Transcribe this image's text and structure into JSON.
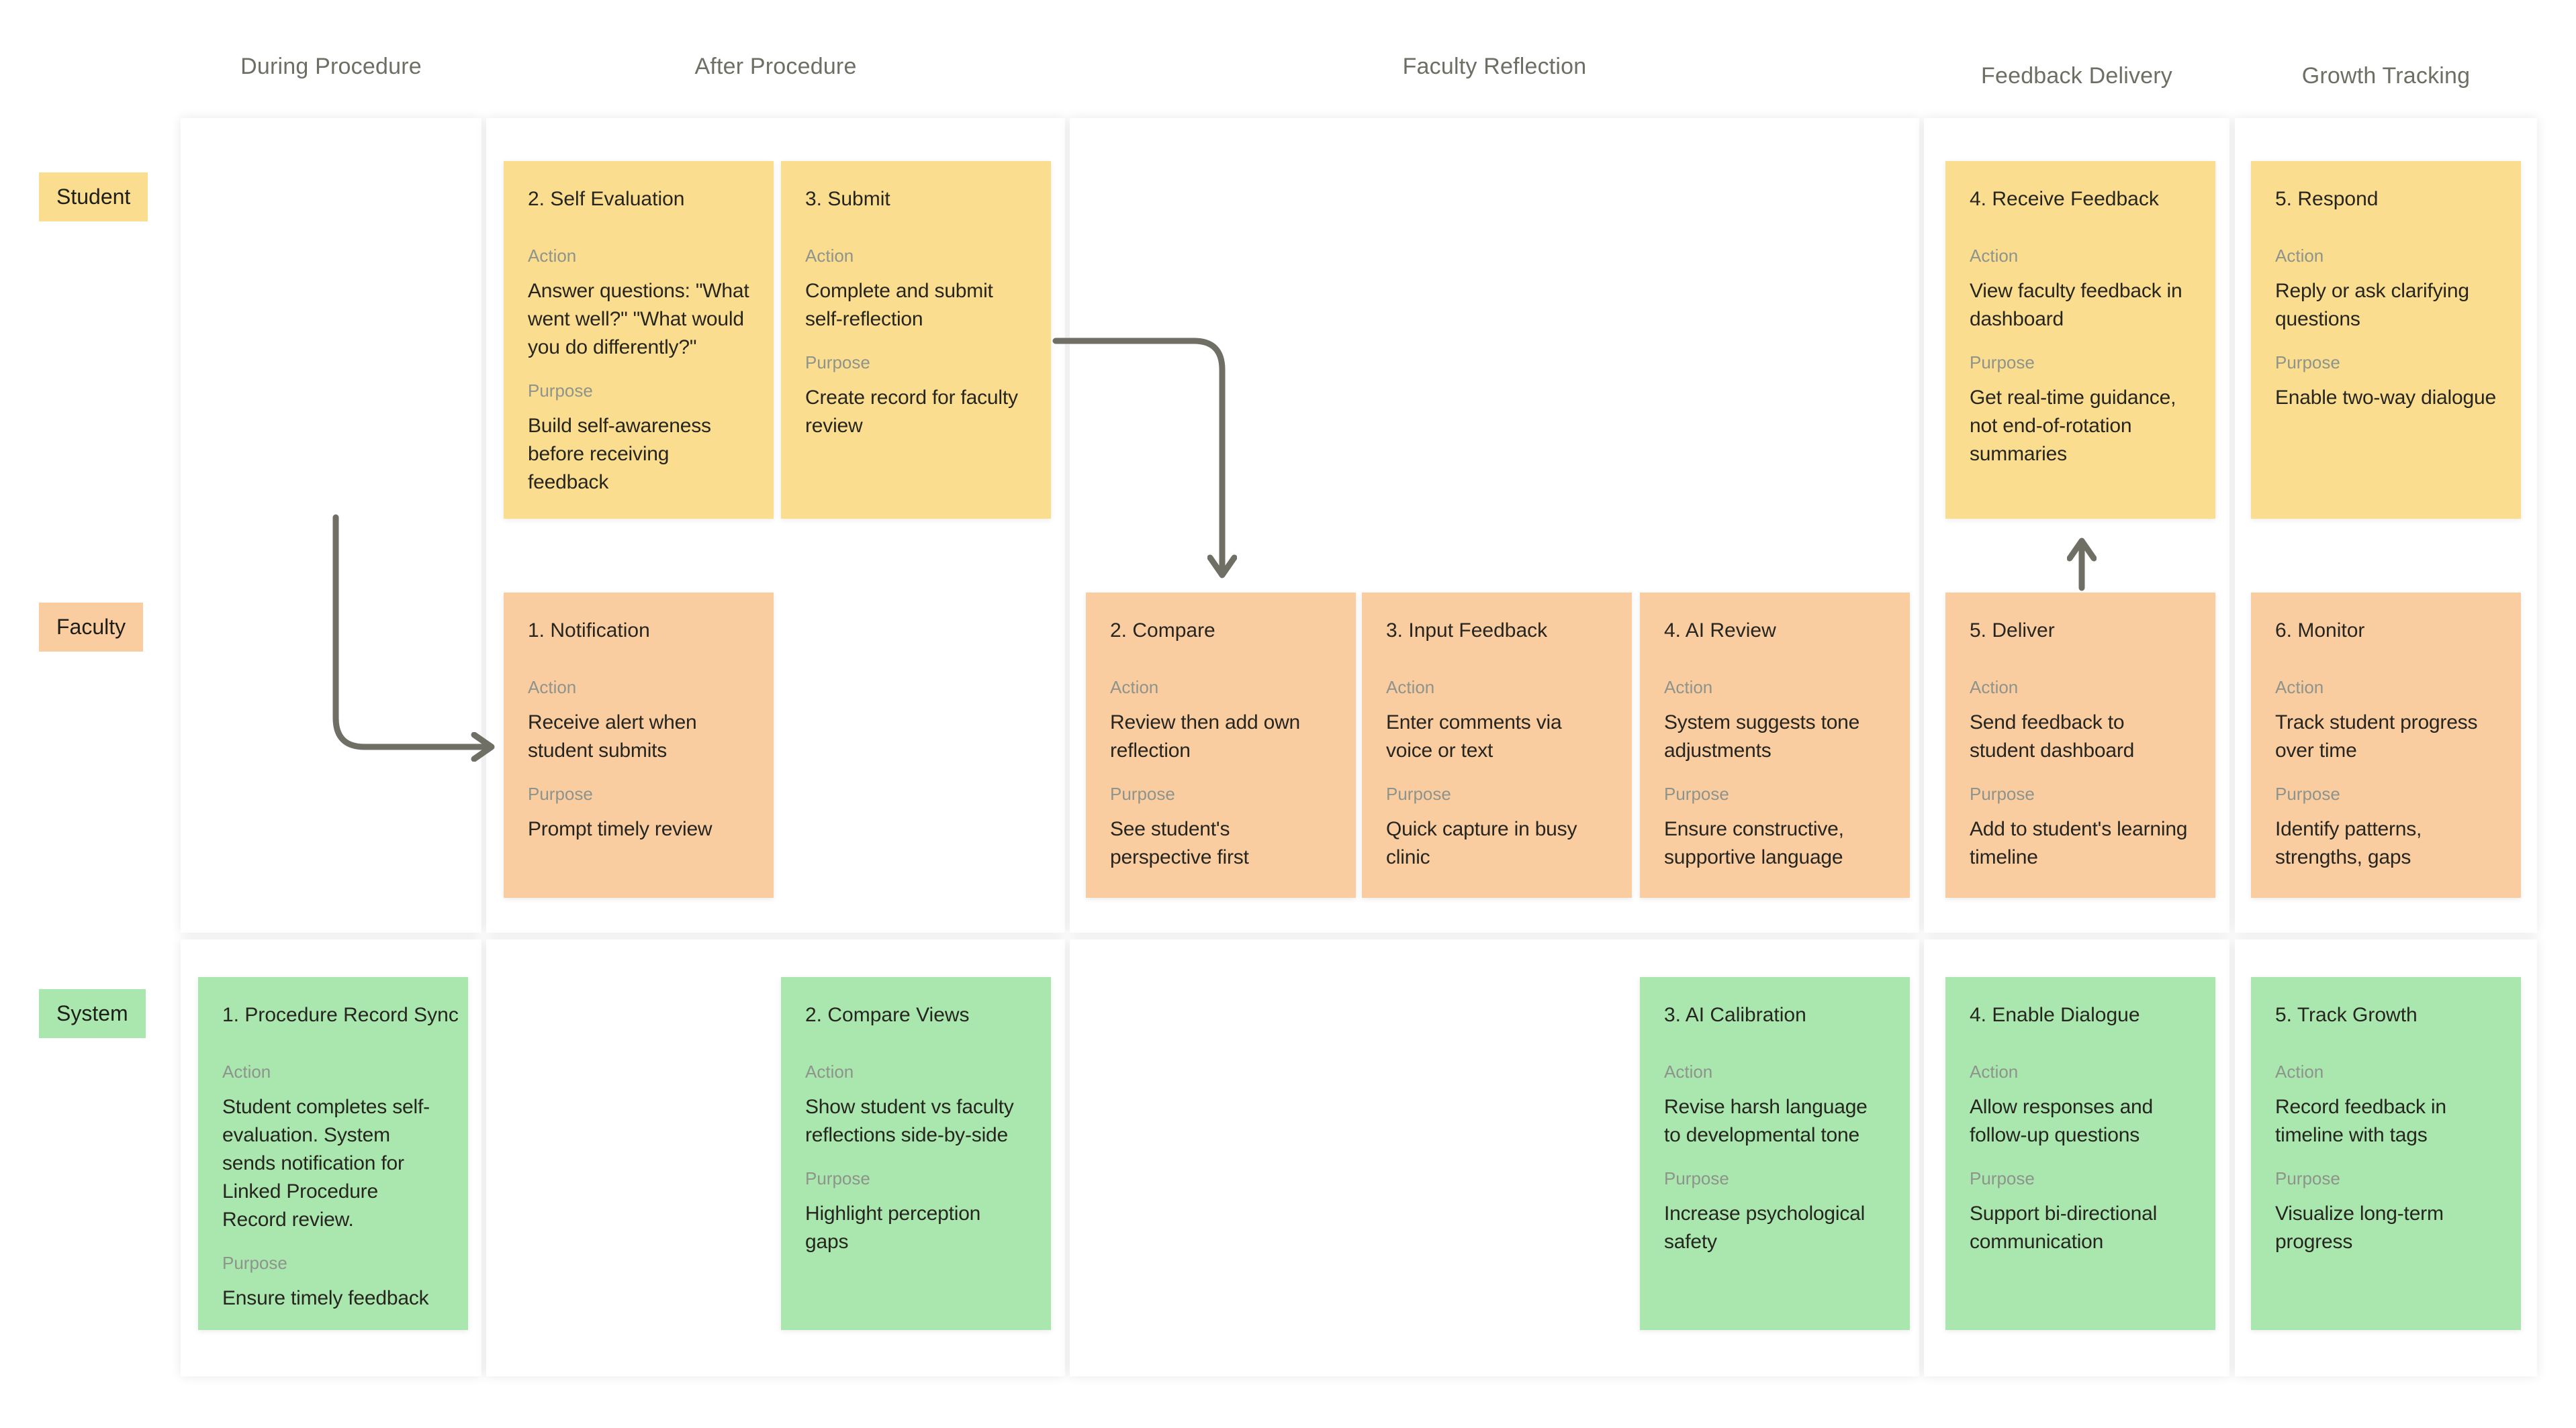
{
  "columns": [
    {
      "label": "During Procedure"
    },
    {
      "label": "After Procedure"
    },
    {
      "label": "Faculty Reflection"
    },
    {
      "label": "Feedback Delivery"
    },
    {
      "label": "Growth Tracking"
    }
  ],
  "rows": [
    {
      "label": "Student"
    },
    {
      "label": "Faculty"
    },
    {
      "label": "System"
    }
  ],
  "field_labels": {
    "action": "Action",
    "purpose": "Purpose"
  },
  "colors": {
    "student_note": "#fadd8f",
    "faculty_note": "#facda1",
    "system_note": "#a9e7ae",
    "arrow": "#6f6f66",
    "header_text": "#6e6e64",
    "field_label_text": "#8e948c",
    "body_text": "#26251f"
  },
  "notes": [
    {
      "row": "Student",
      "column": "After Procedure",
      "title": "2. Self Evaluation",
      "action": "Answer questions: \"What went well?\" \"What would you do differently?\"",
      "purpose": "Build self-awareness before receiving feedback"
    },
    {
      "row": "Student",
      "column": "After Procedure",
      "title": "3. Submit",
      "action": "Complete and submit self-reflection",
      "purpose": "Create record for faculty review"
    },
    {
      "row": "Student",
      "column": "Feedback Delivery",
      "title": "4. Receive Feedback",
      "action": "View faculty feedback in dashboard",
      "purpose": "Get real-time guidance, not end-of-rotation summaries"
    },
    {
      "row": "Student",
      "column": "Growth Tracking",
      "title": "5. Respond",
      "action": "Reply or ask clarifying questions",
      "purpose": "Enable two-way dialogue"
    },
    {
      "row": "Faculty",
      "column": "After Procedure",
      "title": "1. Notification",
      "action": "Receive alert when student submits",
      "purpose": "Prompt timely review"
    },
    {
      "row": "Faculty",
      "column": "Faculty Reflection",
      "title": "2. Compare",
      "action": "Review then add own reflection",
      "purpose": "See student's perspective first"
    },
    {
      "row": "Faculty",
      "column": "Faculty Reflection",
      "title": "3. Input Feedback",
      "action": "Enter comments via voice or text",
      "purpose": "Quick capture in busy clinic"
    },
    {
      "row": "Faculty",
      "column": "Faculty Reflection",
      "title": "4. AI Review",
      "action": "System suggests tone adjustments",
      "purpose": "Ensure constructive, supportive language"
    },
    {
      "row": "Faculty",
      "column": "Feedback Delivery",
      "title": "5. Deliver",
      "action": "Send feedback to student dashboard",
      "purpose": "Add to student's learning timeline"
    },
    {
      "row": "Faculty",
      "column": "Growth Tracking",
      "title": "6. Monitor",
      "action": "Track student progress over time",
      "purpose": "Identify patterns, strengths, gaps"
    },
    {
      "row": "System",
      "column": "During Procedure",
      "title": "1. Procedure Record Sync",
      "action": "Student completes self-evaluation. System sends notification for Linked Procedure Record review.",
      "purpose": "Ensure timely feedback"
    },
    {
      "row": "System",
      "column": "After Procedure",
      "title": "2. Compare Views",
      "action": "Show student vs faculty reflections side-by-side",
      "purpose": "Highlight perception gaps"
    },
    {
      "row": "System",
      "column": "Faculty Reflection",
      "title": "3. AI Calibration",
      "action": "Revise harsh language to developmental tone",
      "purpose": "Increase psychological safety"
    },
    {
      "row": "System",
      "column": "Feedback Delivery",
      "title": "4. Enable Dialogue",
      "action": "Allow responses and follow-up questions",
      "purpose": "Support bi-directional communication"
    },
    {
      "row": "System",
      "column": "Growth Tracking",
      "title": "5. Track Growth",
      "action": "Record feedback in timeline with tags",
      "purpose": "Visualize long-term progress"
    }
  ]
}
